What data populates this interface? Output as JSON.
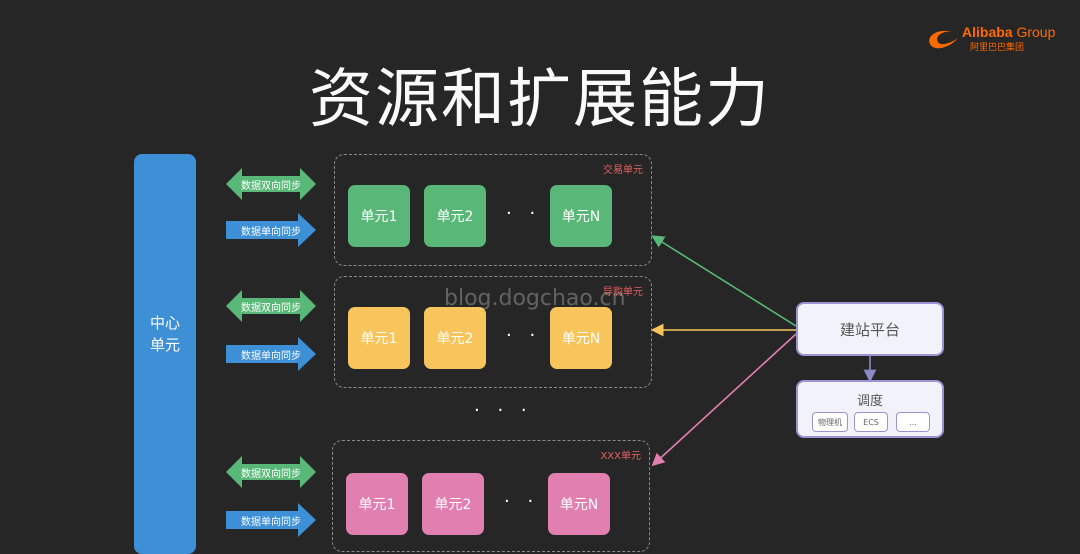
{
  "title": "资源和扩展能力",
  "logo": {
    "brand": "Alibaba",
    "group": "Group",
    "sub": "阿里巴巴集团"
  },
  "center_unit": {
    "label": "中心单元"
  },
  "arrows": {
    "bidirectional": "数据双向同步",
    "unidirectional": "数据单向同步"
  },
  "groups": [
    {
      "label": "交易单元",
      "units": [
        "单元1",
        "单元2",
        "单元N"
      ],
      "dots": "· · ·"
    },
    {
      "label": "导购单元",
      "units": [
        "单元1",
        "单元2",
        "单元N"
      ],
      "dots": "· · ·"
    },
    {
      "label": "XXX单元",
      "units": [
        "单元1",
        "单元2",
        "单元N"
      ],
      "dots": "· · ·"
    }
  ],
  "between_dots": "· · ·",
  "build_platform": {
    "label": "建站平台"
  },
  "scheduler": {
    "label": "调度",
    "resources": [
      "物理机",
      "ECS",
      "..."
    ]
  },
  "watermark": "blog.dogchao.cn",
  "colors": {
    "background": "#262626",
    "center_unit": "#3d8fd6",
    "green": "#59b877",
    "yellow": "#f7c55c",
    "pink": "#e27fb1",
    "platform_border": "#9b93d6",
    "brand": "#ff6a00"
  }
}
